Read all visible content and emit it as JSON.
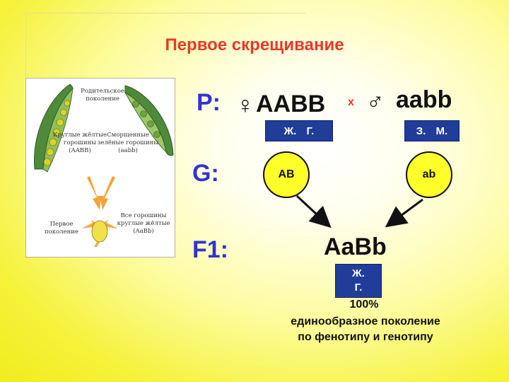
{
  "title": "Первое скрещивание",
  "picture": {
    "labels": {
      "parents": [
        "Родительское",
        "поколение"
      ],
      "round_yellow": [
        "Круглые жёлтые",
        "горошины",
        "(AABB)"
      ],
      "wrinkled_green": [
        "Сморщенные",
        "зелёные горошины",
        "(aabb)"
      ],
      "first_gen": [
        "Первое",
        "поколение"
      ],
      "all_round_yellow": [
        "Все горошины",
        "круглые жёлтые",
        "(AaBb)"
      ]
    }
  },
  "rows": {
    "p_label": "P:",
    "g_label": "G:",
    "f1_label": "F1:"
  },
  "parents": {
    "female_symbol": "♀",
    "female_genotype": "AABB",
    "cross_sign": "х",
    "male_symbol": "♂",
    "male_genotype": "aabb",
    "female_badge": "Ж. Г.",
    "male_badge": "З. М."
  },
  "gametes": {
    "left": "AB",
    "right": "ab"
  },
  "offspring": {
    "genotype": "AaBb",
    "badge_line1": "Ж.",
    "badge_line2": "Г.",
    "percent": "100%",
    "desc_line1": "единообразное поколение",
    "desc_line2": "по фенотипу и генотипу"
  },
  "colors": {
    "title": "#e8392a",
    "generation_labels": "#3333cc",
    "badge": "#1f3d99",
    "gamete_fill": "#ffff2a"
  }
}
